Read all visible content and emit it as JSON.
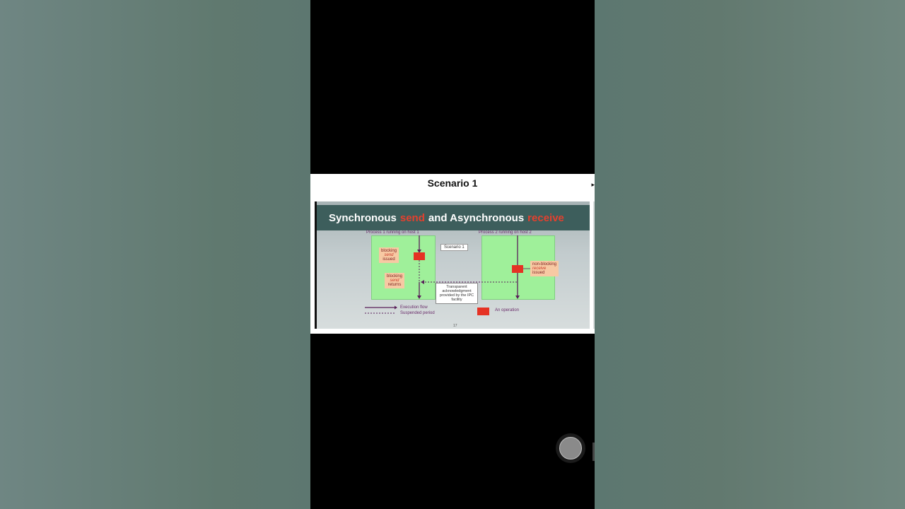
{
  "slide": {
    "heading": "Scenario 1",
    "corner_glyph": "▸",
    "banner": {
      "part1": "Synchronous",
      "part2": "send",
      "part3": "and Asynchronous",
      "part4": "receive"
    },
    "diagram": {
      "process1_label": "Process 1 running on host 1",
      "process2_label": "Process 2 running on host 2",
      "scenario_tag": "Scenario 1",
      "blocking_send_issued": [
        "blocking",
        "send",
        "issued"
      ],
      "blocking_send_returns": [
        "blocking",
        "send",
        "returns"
      ],
      "nonblocking_receive_issued": [
        "non-blocking",
        "receive",
        "issued"
      ],
      "transparent_ack": "Transparent acknowledgment provided by the IPC facility",
      "legend_execution": "Execution flow",
      "legend_suspended": "Suspended period",
      "legend_operation": "An operation",
      "page_number": "17"
    }
  },
  "colors": {
    "banner_bg": "#3d5e5c",
    "accent_red": "#e4402e",
    "process_box": "#9ff09a",
    "label_box": "#f7c9a3"
  },
  "icons": {
    "home": "home-button-icon"
  }
}
